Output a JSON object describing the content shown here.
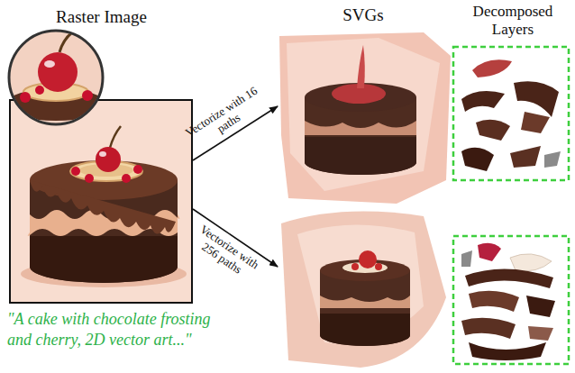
{
  "diagram": {
    "nodes": [
      {
        "text": [
          "Raster Image"
        ]
      },
      {
        "text": [
          "SVGs"
        ]
      },
      {
        "text": []
      }
    ],
    "edges": [
      {
        "from": 0,
        "to": 1,
        "arrow": "to",
        "label": "Vectorize with 16 paths"
      },
      {
        "from": 0,
        "to": 2,
        "arrow": "to",
        "label": "Vectorize with 256 paths"
      }
    ],
    "labels": [
      "Decomposed Layers",
      "\"A cake with chocolate frosting and cherry, 2D vector art...\""
    ]
  }
}
